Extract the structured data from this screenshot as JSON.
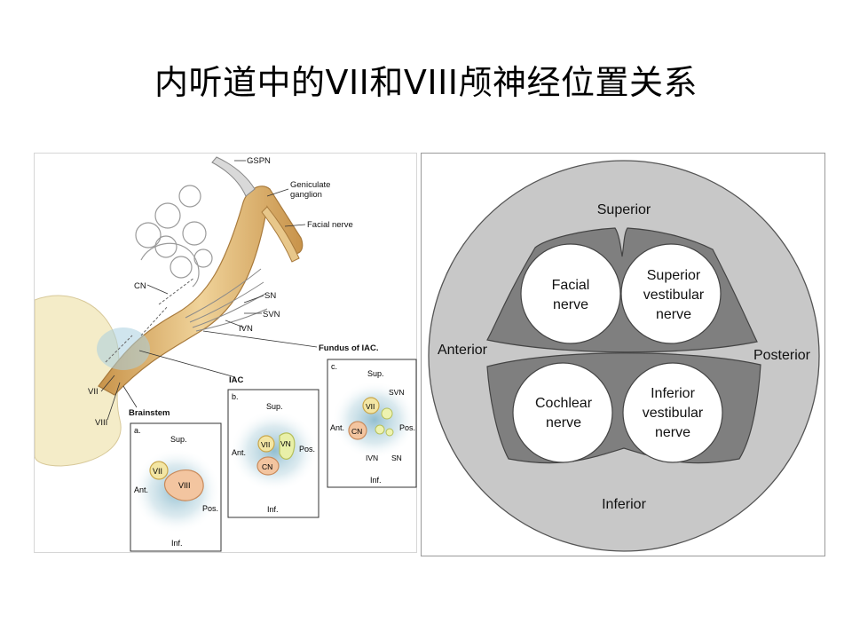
{
  "title": "内听道中的VII和VIII颅神经位置关系",
  "left_diagram": {
    "labels": {
      "gspn": "GSPN",
      "geniculate_ganglion": "Geniculate ganglion",
      "geniculate": "Geniculate",
      "ganglion": "ganglion",
      "facial_nerve": "Facial nerve",
      "cn": "CN",
      "sn": "SN",
      "svn": "SVN",
      "ivn": "IVN",
      "fundus": "Fundus of IAC.",
      "iac": "IAC",
      "vii": "VII",
      "viii": "VIII",
      "brainstem": "Brainstem"
    },
    "inset_a": {
      "letter": "a.",
      "sup": "Sup.",
      "inf": "Inf.",
      "ant": "Ant.",
      "pos": "Pos.",
      "nerves": [
        "VII",
        "VIII"
      ]
    },
    "inset_b": {
      "letter": "b.",
      "sup": "Sup.",
      "inf": "Inf.",
      "ant": "Ant.",
      "pos": "Pos.",
      "nerves": [
        "VII",
        "VN",
        "CN"
      ]
    },
    "inset_c": {
      "letter": "c.",
      "sup": "Sup.",
      "inf": "Inf.",
      "ant": "Ant.",
      "pos": "Pos.",
      "nerves": [
        "VII",
        "CN",
        "SVN",
        "IVN",
        "SN"
      ]
    }
  },
  "right_diagram": {
    "directions": {
      "superior": "Superior",
      "inferior": "Inferior",
      "anterior": "Anterior",
      "posterior": "Posterior"
    },
    "nerves": {
      "facial": [
        "Facial",
        "nerve"
      ],
      "superior_vestibular": [
        "Superior",
        "vestibular",
        "nerve"
      ],
      "cochlear": [
        "Cochlear",
        "nerve"
      ],
      "inferior_vestibular": [
        "Inferior",
        "vestibular",
        "nerve"
      ]
    },
    "colors": {
      "outer": "#c8c8c8",
      "crescent": "#7f7f7f",
      "nerve_fill": "#ffffff"
    }
  }
}
